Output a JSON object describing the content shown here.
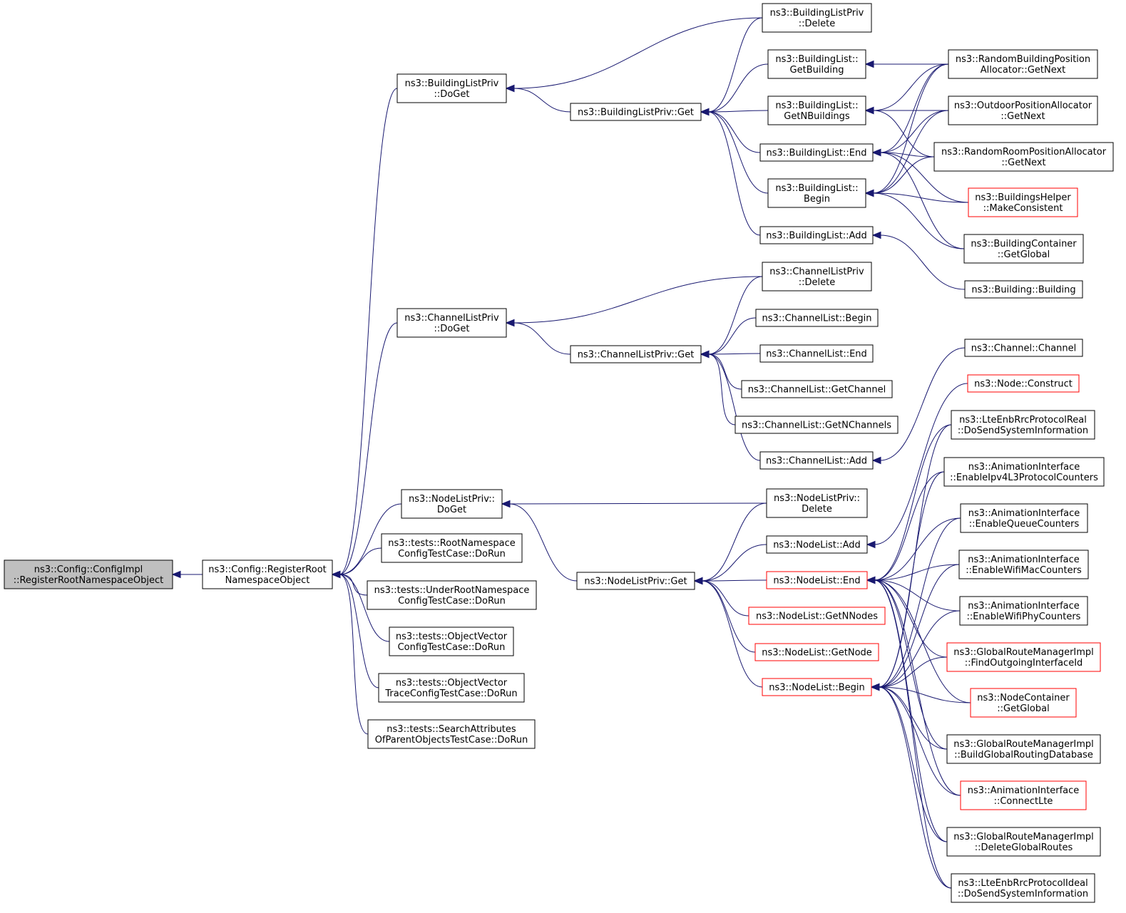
{
  "colors": {
    "edge": "#191970",
    "box_border": "#000000",
    "box_border_truncated": "#ff0000",
    "root_fill": "#bfbfbf",
    "box_fill": "#ffffff"
  },
  "nodes": [
    {
      "id": "root",
      "lines": [
        "ns3::Config::ConfigImpl",
        "::RegisterRootNamespaceObject"
      ],
      "style": "root"
    },
    {
      "id": "register",
      "lines": [
        "ns3::Config::RegisterRoot",
        "NamespaceObject"
      ],
      "style": "normal"
    },
    {
      "id": "blp_doget",
      "lines": [
        "ns3::BuildingListPriv",
        "::DoGet"
      ],
      "style": "normal"
    },
    {
      "id": "clp_doget",
      "lines": [
        "ns3::ChannelListPriv",
        "::DoGet"
      ],
      "style": "normal"
    },
    {
      "id": "nlp_doget",
      "lines": [
        "ns3::NodeListPriv::",
        "DoGet"
      ],
      "style": "normal"
    },
    {
      "id": "t_rootns",
      "lines": [
        "ns3::tests::RootNamespace",
        "ConfigTestCase::DoRun"
      ],
      "style": "normal"
    },
    {
      "id": "t_underroot",
      "lines": [
        "ns3::tests::UnderRootNamespace",
        "ConfigTestCase::DoRun"
      ],
      "style": "normal"
    },
    {
      "id": "t_objvec",
      "lines": [
        "ns3::tests::ObjectVector",
        "ConfigTestCase::DoRun"
      ],
      "style": "normal"
    },
    {
      "id": "t_objvectrace",
      "lines": [
        "ns3::tests::ObjectVector",
        "TraceConfigTestCase::DoRun"
      ],
      "style": "normal"
    },
    {
      "id": "t_search",
      "lines": [
        "ns3::tests::SearchAttributes",
        "OfParentObjectsTestCase::DoRun"
      ],
      "style": "normal"
    },
    {
      "id": "blp_get",
      "lines": [
        "ns3::BuildingListPriv::Get"
      ],
      "style": "normal"
    },
    {
      "id": "clp_get",
      "lines": [
        "ns3::ChannelListPriv::Get"
      ],
      "style": "normal"
    },
    {
      "id": "nlp_get",
      "lines": [
        "ns3::NodeListPriv::Get"
      ],
      "style": "normal"
    },
    {
      "id": "blp_delete",
      "lines": [
        "ns3::BuildingListPriv",
        "::Delete"
      ],
      "style": "normal"
    },
    {
      "id": "bl_getbuilding",
      "lines": [
        "ns3::BuildingList::",
        "GetBuilding"
      ],
      "style": "normal"
    },
    {
      "id": "bl_getn",
      "lines": [
        "ns3::BuildingList::",
        "GetNBuildings"
      ],
      "style": "normal"
    },
    {
      "id": "bl_end",
      "lines": [
        "ns3::BuildingList::End"
      ],
      "style": "normal"
    },
    {
      "id": "bl_begin",
      "lines": [
        "ns3::BuildingList::",
        "Begin"
      ],
      "style": "normal"
    },
    {
      "id": "bl_add",
      "lines": [
        "ns3::BuildingList::Add"
      ],
      "style": "normal"
    },
    {
      "id": "clp_delete",
      "lines": [
        "ns3::ChannelListPriv",
        "::Delete"
      ],
      "style": "normal"
    },
    {
      "id": "cl_begin",
      "lines": [
        "ns3::ChannelList::Begin"
      ],
      "style": "normal"
    },
    {
      "id": "cl_end",
      "lines": [
        "ns3::ChannelList::End"
      ],
      "style": "normal"
    },
    {
      "id": "cl_getchannel",
      "lines": [
        "ns3::ChannelList::GetChannel"
      ],
      "style": "normal"
    },
    {
      "id": "cl_getn",
      "lines": [
        "ns3::ChannelList::GetNChannels"
      ],
      "style": "normal"
    },
    {
      "id": "cl_add",
      "lines": [
        "ns3::ChannelList::Add"
      ],
      "style": "normal"
    },
    {
      "id": "nlp_delete",
      "lines": [
        "ns3::NodeListPriv::",
        "Delete"
      ],
      "style": "normal"
    },
    {
      "id": "nl_add",
      "lines": [
        "ns3::NodeList::Add"
      ],
      "style": "normal"
    },
    {
      "id": "nl_end",
      "lines": [
        "ns3::NodeList::End"
      ],
      "style": "truncated"
    },
    {
      "id": "nl_getn",
      "lines": [
        "ns3::NodeList::GetNNodes"
      ],
      "style": "truncated"
    },
    {
      "id": "nl_getnode",
      "lines": [
        "ns3::NodeList::GetNode"
      ],
      "style": "truncated"
    },
    {
      "id": "nl_begin",
      "lines": [
        "ns3::NodeList::Begin"
      ],
      "style": "truncated"
    },
    {
      "id": "rbpa",
      "lines": [
        "ns3::RandomBuildingPosition",
        "Allocator::GetNext"
      ],
      "style": "normal"
    },
    {
      "id": "opa",
      "lines": [
        "ns3::OutdoorPositionAllocator",
        "::GetNext"
      ],
      "style": "normal"
    },
    {
      "id": "rrpa",
      "lines": [
        "ns3::RandomRoomPositionAllocator",
        "::GetNext"
      ],
      "style": "normal"
    },
    {
      "id": "bh_mc",
      "lines": [
        "ns3::BuildingsHelper",
        "::MakeConsistent"
      ],
      "style": "truncated"
    },
    {
      "id": "bc_global",
      "lines": [
        "ns3::BuildingContainer",
        "::GetGlobal"
      ],
      "style": "normal"
    },
    {
      "id": "b_building",
      "lines": [
        "ns3::Building::Building"
      ],
      "style": "normal"
    },
    {
      "id": "c_channel",
      "lines": [
        "ns3::Channel::Channel"
      ],
      "style": "normal"
    },
    {
      "id": "n_construct",
      "lines": [
        "ns3::Node::Construct"
      ],
      "style": "truncated"
    },
    {
      "id": "lte_real",
      "lines": [
        "ns3::LteEnbRrcProtocolReal",
        "::DoSendSystemInformation"
      ],
      "style": "normal"
    },
    {
      "id": "ai_ipv4",
      "lines": [
        "ns3::AnimationInterface",
        "::EnableIpv4L3ProtocolCounters"
      ],
      "style": "normal"
    },
    {
      "id": "ai_queue",
      "lines": [
        "ns3::AnimationInterface",
        "::EnableQueueCounters"
      ],
      "style": "normal"
    },
    {
      "id": "ai_wifimac",
      "lines": [
        "ns3::AnimationInterface",
        "::EnableWifiMacCounters"
      ],
      "style": "normal"
    },
    {
      "id": "ai_wifiphy",
      "lines": [
        "ns3::AnimationInterface",
        "::EnableWifiPhyCounters"
      ],
      "style": "normal"
    },
    {
      "id": "grm_find",
      "lines": [
        "ns3::GlobalRouteManagerImpl",
        "::FindOutgoingInterfaceId"
      ],
      "style": "truncated"
    },
    {
      "id": "nc_global",
      "lines": [
        "ns3::NodeContainer",
        "::GetGlobal"
      ],
      "style": "truncated"
    },
    {
      "id": "grm_build",
      "lines": [
        "ns3::GlobalRouteManagerImpl",
        "::BuildGlobalRoutingDatabase"
      ],
      "style": "normal"
    },
    {
      "id": "ai_lte",
      "lines": [
        "ns3::AnimationInterface",
        "::ConnectLte"
      ],
      "style": "truncated"
    },
    {
      "id": "grm_delete",
      "lines": [
        "ns3::GlobalRouteManagerImpl",
        "::DeleteGlobalRoutes"
      ],
      "style": "normal"
    },
    {
      "id": "lte_ideal",
      "lines": [
        "ns3::LteEnbRrcProtocolIdeal",
        "::DoSendSystemInformation"
      ],
      "style": "normal"
    }
  ],
  "edges": [
    [
      "register",
      "root"
    ],
    [
      "blp_doget",
      "register"
    ],
    [
      "clp_doget",
      "register"
    ],
    [
      "nlp_doget",
      "register"
    ],
    [
      "t_rootns",
      "register"
    ],
    [
      "t_underroot",
      "register"
    ],
    [
      "t_objvec",
      "register"
    ],
    [
      "t_objvectrace",
      "register"
    ],
    [
      "t_search",
      "register"
    ],
    [
      "blp_get",
      "blp_doget"
    ],
    [
      "blp_delete",
      "blp_doget"
    ],
    [
      "blp_delete",
      "blp_get"
    ],
    [
      "bl_getbuilding",
      "blp_get"
    ],
    [
      "bl_getn",
      "blp_get"
    ],
    [
      "bl_end",
      "blp_get"
    ],
    [
      "bl_begin",
      "blp_get"
    ],
    [
      "bl_add",
      "blp_get"
    ],
    [
      "rbpa",
      "bl_getbuilding"
    ],
    [
      "rbpa",
      "bl_getn"
    ],
    [
      "rbpa",
      "bl_end"
    ],
    [
      "rbpa",
      "bl_begin"
    ],
    [
      "opa",
      "bl_getn"
    ],
    [
      "opa",
      "bl_end"
    ],
    [
      "opa",
      "bl_begin"
    ],
    [
      "rrpa",
      "bl_getn"
    ],
    [
      "rrpa",
      "bl_end"
    ],
    [
      "rrpa",
      "bl_begin"
    ],
    [
      "bh_mc",
      "bl_end"
    ],
    [
      "bh_mc",
      "bl_begin"
    ],
    [
      "bc_global",
      "bl_end"
    ],
    [
      "bc_global",
      "bl_begin"
    ],
    [
      "b_building",
      "bl_add"
    ],
    [
      "clp_get",
      "clp_doget"
    ],
    [
      "clp_delete",
      "clp_doget"
    ],
    [
      "clp_delete",
      "clp_get"
    ],
    [
      "cl_begin",
      "clp_get"
    ],
    [
      "cl_end",
      "clp_get"
    ],
    [
      "cl_getchannel",
      "clp_get"
    ],
    [
      "cl_getn",
      "clp_get"
    ],
    [
      "cl_add",
      "clp_get"
    ],
    [
      "c_channel",
      "cl_add"
    ],
    [
      "nlp_get",
      "nlp_doget"
    ],
    [
      "nlp_delete",
      "nlp_doget"
    ],
    [
      "nlp_delete",
      "nlp_get"
    ],
    [
      "nl_add",
      "nlp_get"
    ],
    [
      "nl_end",
      "nlp_get"
    ],
    [
      "nl_getn",
      "nlp_get"
    ],
    [
      "nl_getnode",
      "nlp_get"
    ],
    [
      "nl_begin",
      "nlp_get"
    ],
    [
      "n_construct",
      "nl_add"
    ],
    [
      "lte_real",
      "nl_end"
    ],
    [
      "ai_ipv4",
      "nl_end"
    ],
    [
      "ai_queue",
      "nl_end"
    ],
    [
      "ai_wifimac",
      "nl_end"
    ],
    [
      "ai_wifiphy",
      "nl_end"
    ],
    [
      "grm_find",
      "nl_end"
    ],
    [
      "nc_global",
      "nl_end"
    ],
    [
      "grm_build",
      "nl_end"
    ],
    [
      "ai_lte",
      "nl_end"
    ],
    [
      "grm_delete",
      "nl_end"
    ],
    [
      "lte_ideal",
      "nl_end"
    ],
    [
      "lte_real",
      "nl_begin"
    ],
    [
      "ai_ipv4",
      "nl_begin"
    ],
    [
      "ai_queue",
      "nl_begin"
    ],
    [
      "ai_wifimac",
      "nl_begin"
    ],
    [
      "ai_wifiphy",
      "nl_begin"
    ],
    [
      "grm_find",
      "nl_begin"
    ],
    [
      "nc_global",
      "nl_begin"
    ],
    [
      "grm_build",
      "nl_begin"
    ],
    [
      "ai_lte",
      "nl_begin"
    ],
    [
      "grm_delete",
      "nl_begin"
    ],
    [
      "lte_ideal",
      "nl_begin"
    ]
  ]
}
